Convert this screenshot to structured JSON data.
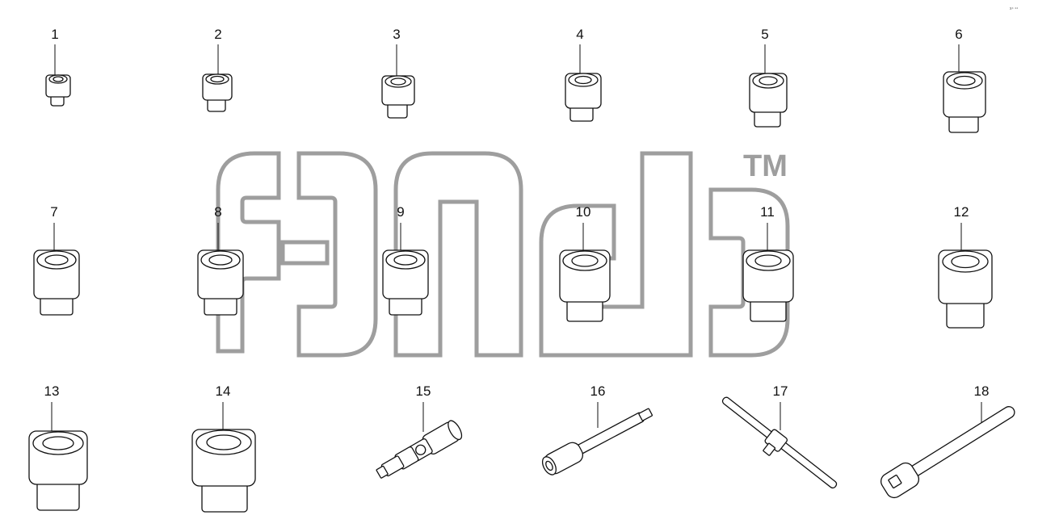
{
  "diagram": {
    "background": "#ffffff",
    "line_color": "#111111",
    "watermark_color": "#9e9e9e",
    "watermark_trademark": "TM",
    "corner_mark": "x⁴ ⁴⁴",
    "parts": [
      {
        "label": "1",
        "kind": "socket",
        "icon": "socket-icon"
      },
      {
        "label": "2",
        "kind": "socket",
        "icon": "socket-icon"
      },
      {
        "label": "3",
        "kind": "socket",
        "icon": "socket-icon"
      },
      {
        "label": "4",
        "kind": "socket",
        "icon": "socket-icon"
      },
      {
        "label": "5",
        "kind": "socket",
        "icon": "socket-icon"
      },
      {
        "label": "6",
        "kind": "socket",
        "icon": "socket-icon"
      },
      {
        "label": "7",
        "kind": "socket",
        "icon": "socket-icon"
      },
      {
        "label": "8",
        "kind": "socket",
        "icon": "socket-icon"
      },
      {
        "label": "9",
        "kind": "socket",
        "icon": "socket-icon"
      },
      {
        "label": "10",
        "kind": "socket",
        "icon": "socket-icon"
      },
      {
        "label": "11",
        "kind": "socket",
        "icon": "socket-icon"
      },
      {
        "label": "12",
        "kind": "socket",
        "icon": "socket-icon"
      },
      {
        "label": "13",
        "kind": "socket",
        "icon": "socket-icon"
      },
      {
        "label": "14",
        "kind": "socket",
        "icon": "socket-icon"
      },
      {
        "label": "15",
        "kind": "universal-joint",
        "icon": "universal-joint-icon"
      },
      {
        "label": "16",
        "kind": "extension-bar",
        "icon": "extension-bar-icon"
      },
      {
        "label": "17",
        "kind": "t-handle",
        "icon": "t-handle-icon"
      },
      {
        "label": "18",
        "kind": "ratchet",
        "icon": "ratchet-icon"
      }
    ]
  }
}
